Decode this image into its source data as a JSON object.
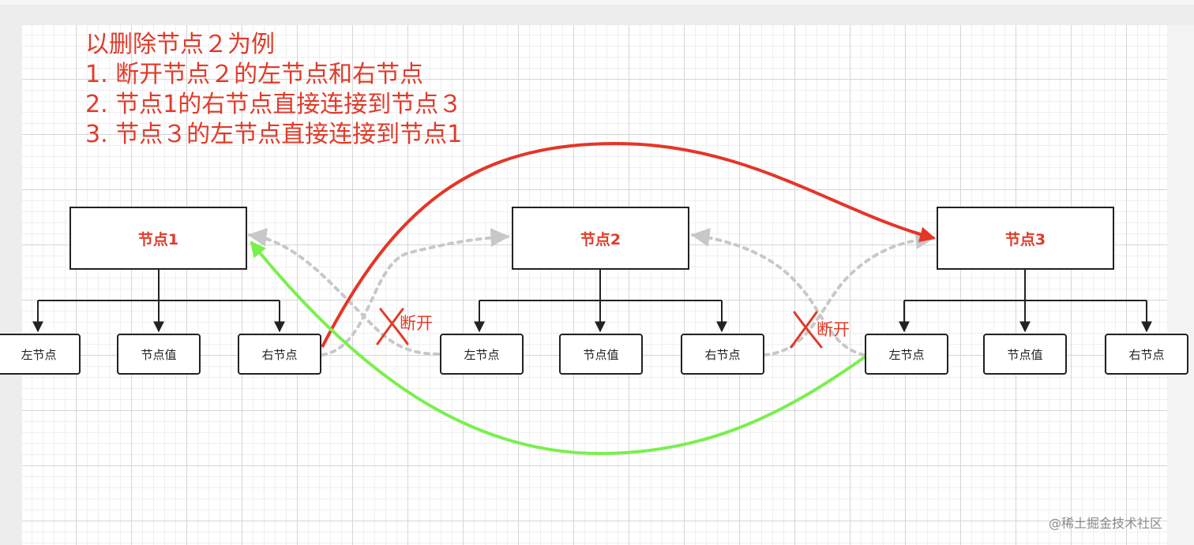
{
  "instructions": [
    "以删除节点２为例",
    "1. 断开节点２的左节点和右节点",
    "2. 节点1的右节点直接连接到节点３",
    "3. 节点３的左节点直接连接到节点1"
  ],
  "nodes": [
    {
      "label": "节点1",
      "left": "左节点",
      "value": "节点值",
      "right": "右节点"
    },
    {
      "label": "节点2",
      "left": "左节点",
      "value": "节点值",
      "right": "右节点"
    },
    {
      "label": "节点3",
      "left": "左节点",
      "value": "节点值",
      "right": "右节点"
    }
  ],
  "cut_labels": [
    "断开",
    "断开"
  ],
  "watermark": "@稀土掘金技术社区",
  "colors": {
    "accent_red": "#e03b2a",
    "new_link_red": "#e53527",
    "new_link_green": "#7aef4f",
    "old_link_gray": "#c8c8c8",
    "border": "#222222"
  }
}
